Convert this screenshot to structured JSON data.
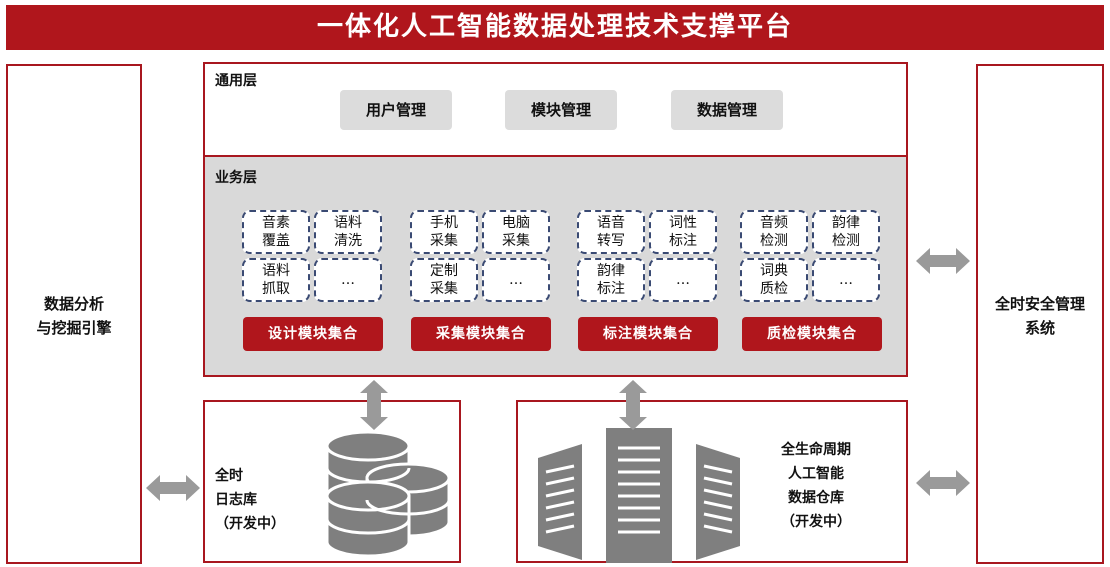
{
  "title": "一体化人工智能数据处理技术支撑平台",
  "left_panel": {
    "line1": "数据分析",
    "line2": "与挖掘引擎"
  },
  "right_panel": {
    "line1": "全时安全管理",
    "line2": "系统"
  },
  "general_layer": {
    "label": "通用层",
    "items": [
      "用户管理",
      "模块管理",
      "数据管理"
    ]
  },
  "business_layer": {
    "label": "业务层",
    "modules": [
      {
        "cells": [
          [
            "音素",
            "覆盖"
          ],
          [
            "语料",
            "清洗"
          ],
          [
            "语料",
            "抓取"
          ],
          [
            "…"
          ]
        ],
        "name": "设计模块集合"
      },
      {
        "cells": [
          [
            "手机",
            "采集"
          ],
          [
            "电脑",
            "采集"
          ],
          [
            "定制",
            "采集"
          ],
          [
            "…"
          ]
        ],
        "name": "采集模块集合"
      },
      {
        "cells": [
          [
            "语音",
            "转写"
          ],
          [
            "词性",
            "标注"
          ],
          [
            "韵律",
            "标注"
          ],
          [
            "…"
          ]
        ],
        "name": "标注模块集合"
      },
      {
        "cells": [
          [
            "音频",
            "检测"
          ],
          [
            "韵律",
            "检测"
          ],
          [
            "词典",
            "质检"
          ],
          [
            "…"
          ]
        ],
        "name": "质检模块集合"
      }
    ]
  },
  "log_db": {
    "line1": "全时",
    "line2": "日志库",
    "line3": "（开发中）"
  },
  "warehouse": {
    "line1": "全生命周期",
    "line2": "人工智能",
    "line3": "数据仓库",
    "line4": "（开发中）"
  },
  "colors": {
    "brand_red": "#b0161c",
    "panel_gray": "#d9d9d9",
    "button_gray": "#dcdcdc",
    "dash_blue": "#3a4a73",
    "icon_gray": "#7f7f7f"
  },
  "icons": [
    "double-arrow-icon",
    "database-icon",
    "server-rack-icon"
  ]
}
